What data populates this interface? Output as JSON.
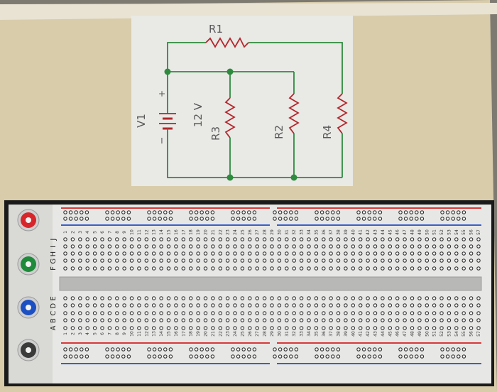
{
  "circuit": {
    "source": {
      "name": "V1",
      "value": "12 V",
      "plus": "+",
      "minus": "−"
    },
    "resistors": [
      {
        "id": "r1",
        "name": "R1"
      },
      {
        "id": "r2",
        "name": "R2"
      },
      {
        "id": "r3",
        "name": "R3"
      },
      {
        "id": "r4",
        "name": "R4"
      }
    ],
    "colors": {
      "wire": "#2e8b3e",
      "resistor": "#b3262b",
      "node": "#2e8b3e",
      "label": "#5a5a5a"
    }
  },
  "breadboard": {
    "columns": 57,
    "row_labels_left": [
      "A",
      "B",
      "C",
      "D",
      "E"
    ],
    "row_labels_right": [
      "F",
      "G",
      "H",
      "I",
      "J"
    ],
    "terminals": [
      {
        "name": "red-terminal",
        "color": "#d6262b"
      },
      {
        "name": "green-terminal",
        "color": "#1f8a3a"
      },
      {
        "name": "blue-terminal",
        "color": "#1c4fc2"
      },
      {
        "name": "black-terminal",
        "color": "#3a3a3a"
      }
    ],
    "rail_colors": {
      "positive": "#d63a3a",
      "negative": "#3a5fc8"
    }
  }
}
